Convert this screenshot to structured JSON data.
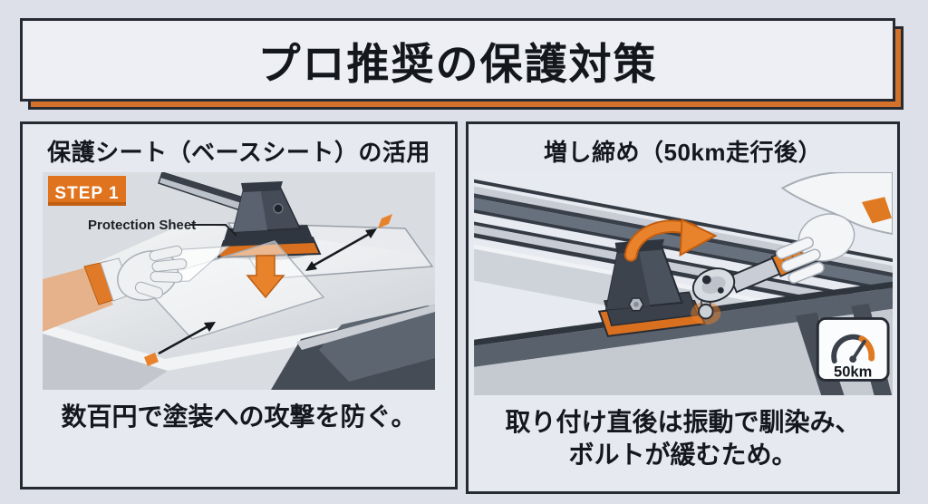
{
  "title": "プロ推奨の保護対策",
  "panels": {
    "left": {
      "title": "保護シート（ベースシート）の活用",
      "step_badge": "STEP 1",
      "sheet_label": "Protection Sheet",
      "caption": "数百円で塗装への攻撃を防ぐ。"
    },
    "right": {
      "title": "増し締め（50km走行後）",
      "gauge_label": "50km",
      "caption_line1": "取り付け直後は振動で馴染み、",
      "caption_line2": "ボルトが緩むため。"
    }
  },
  "colors": {
    "accent_orange": "#d9701f",
    "bright_orange": "#e8832c",
    "dark_outline": "#262b33",
    "page_background": "#dde0e9",
    "panel_background": "#e7e9f1",
    "text": "#14171c"
  }
}
